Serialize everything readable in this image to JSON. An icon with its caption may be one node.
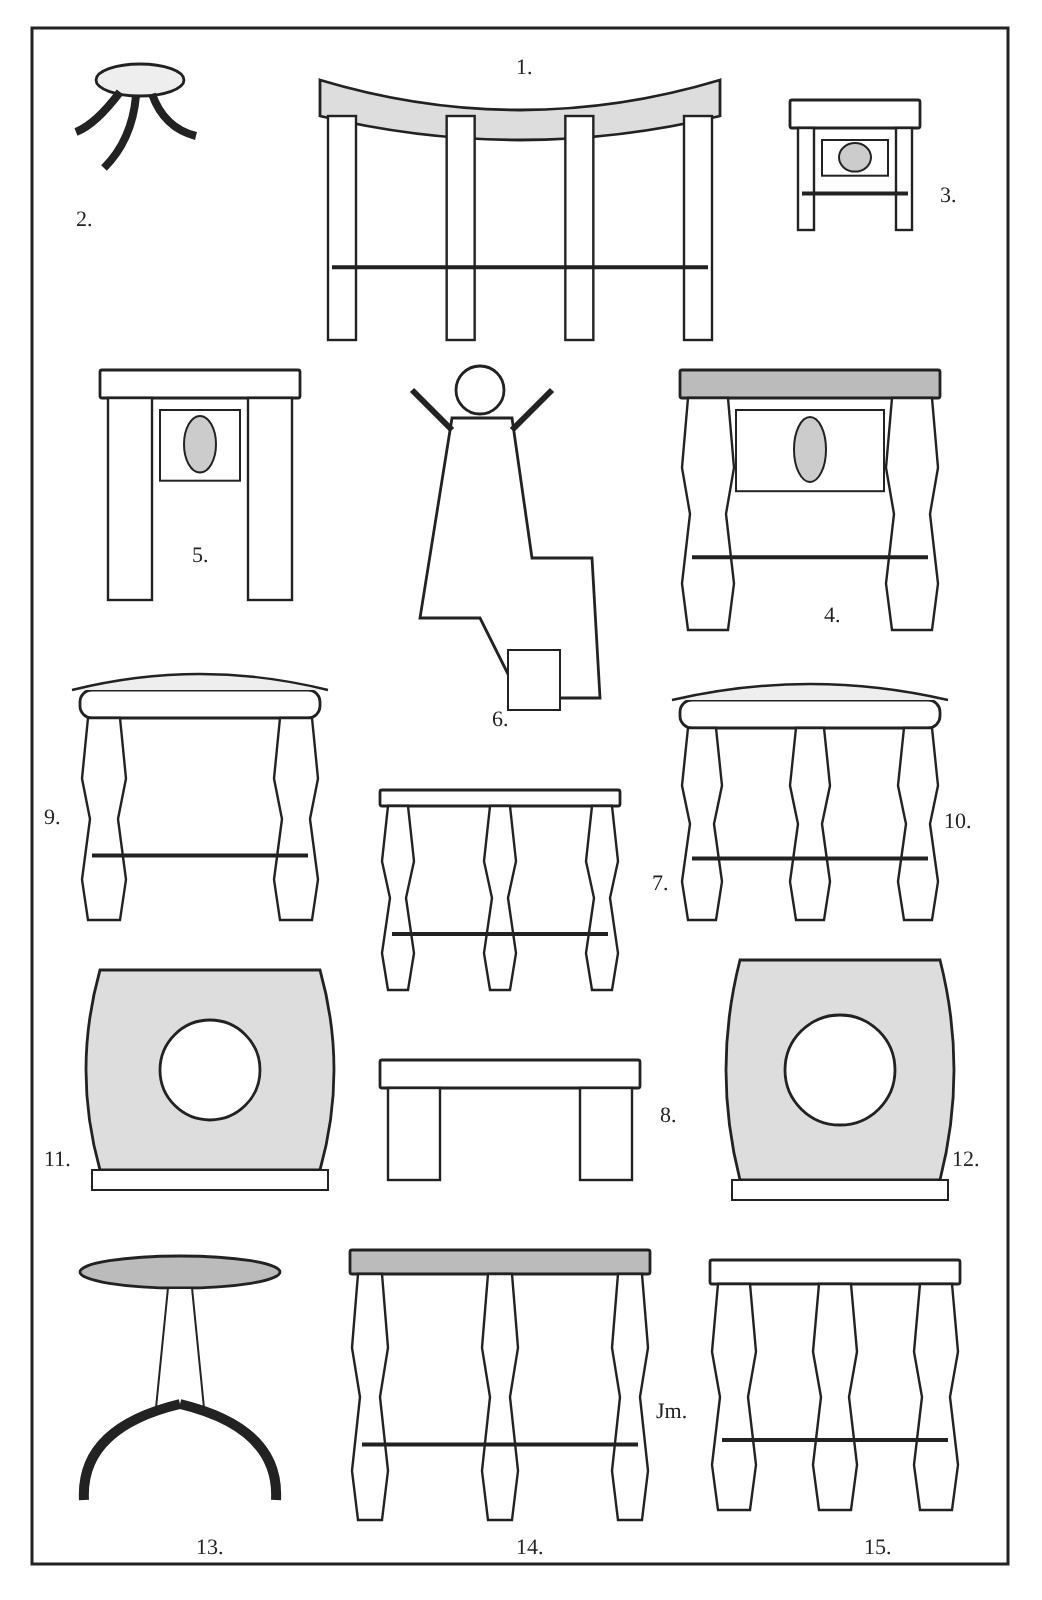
{
  "diagram": {
    "labels": [
      "1.",
      "3.",
      "2.",
      "5.",
      "4.",
      "6.",
      "9.",
      "10.",
      "7.",
      "8.",
      "11.",
      "12.",
      "13.",
      "14.",
      "Jm.",
      "15."
    ]
  }
}
